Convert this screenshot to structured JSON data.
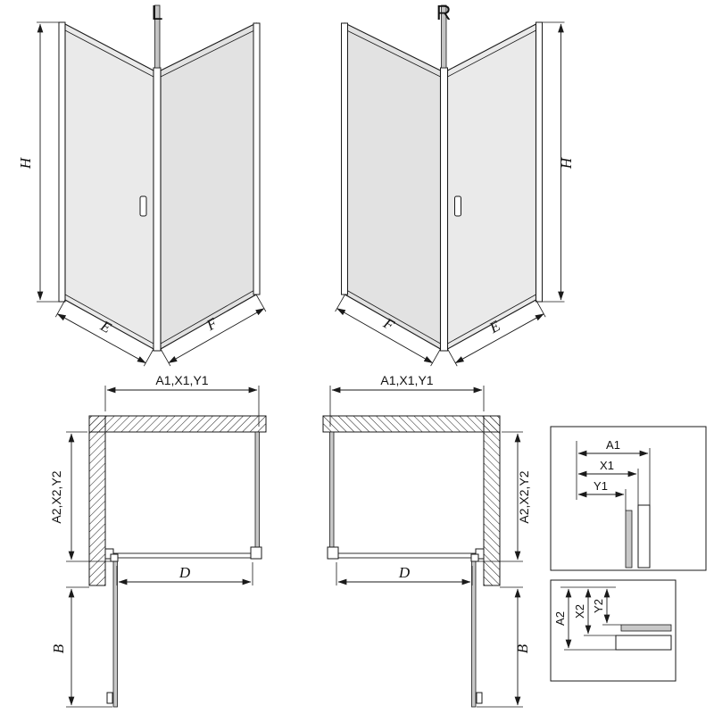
{
  "colors": {
    "line": "#1a1a1a",
    "glass_3d": "#eaeaea",
    "glass_3d_side": "#e2e2e2",
    "glass_plan": "#c8c8c8"
  },
  "view3d": {
    "left": {
      "title": "L",
      "height": "H",
      "door_width": "E",
      "side_width": "F"
    },
    "right": {
      "title": "R",
      "height": "H",
      "door_width": "E",
      "side_width": "F"
    }
  },
  "plan": {
    "left": {
      "width_dim": "A1,X1,Y1",
      "depth_dim": "A2,X2,Y2",
      "door_dim": "D",
      "door_open_dim": "B"
    },
    "right": {
      "width_dim": "A1,X1,Y1",
      "depth_dim": "A2,X2,Y2",
      "door_dim": "D",
      "door_open_dim": "B"
    }
  },
  "detail_top": {
    "dims": [
      "A1",
      "X1",
      "Y1"
    ]
  },
  "detail_bottom": {
    "dims": [
      "A2",
      "X2",
      "Y2"
    ]
  }
}
